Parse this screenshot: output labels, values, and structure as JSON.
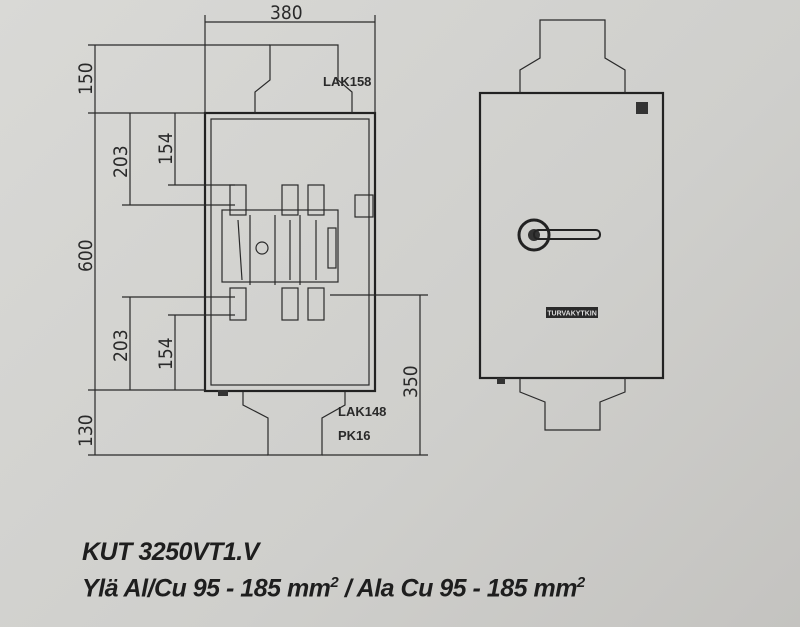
{
  "dimensions": {
    "width": "380",
    "top_gland_height": "150",
    "upper_terminal_203": "203",
    "upper_terminal_154": "154",
    "height": "600",
    "lower_terminal_203": "203",
    "lower_terminal_154": "154",
    "bottom_gland_height": "130",
    "lower_depth": "350"
  },
  "labels": {
    "top_gland": "LAK158",
    "bottom_gland": "LAK148",
    "bottom_gland_2": "PK16",
    "front_plate": "TURVAKYTKIN"
  },
  "caption": {
    "model": "KUT 3250VT1.V",
    "spec_prefix": "Ylä Al/Cu 95 - 185 mm",
    "spec_mid": "2",
    "spec_middle": " / Ala Cu 95 - 185 mm",
    "spec_end": "2"
  }
}
